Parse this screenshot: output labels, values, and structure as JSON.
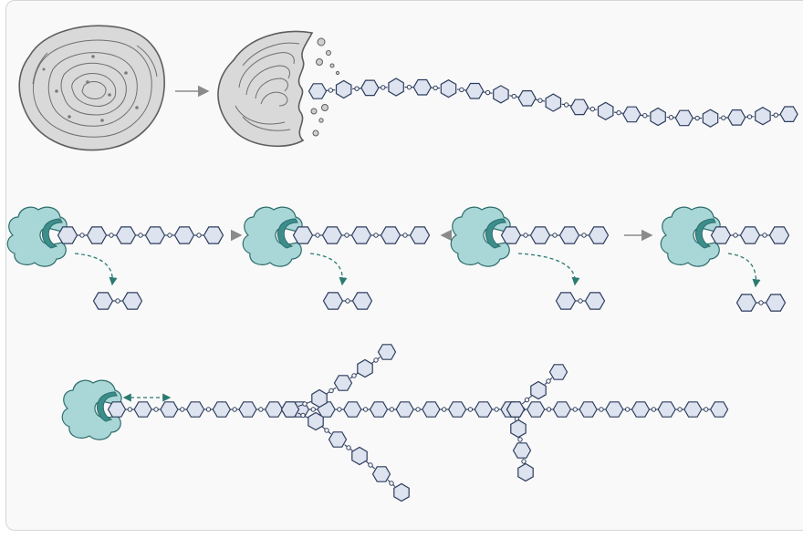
{
  "figure": {
    "type": "diagram",
    "rows": [
      {
        "id": "starch-granule-release",
        "elements": [
          "granule",
          "arrow",
          "degraded-granule",
          "chain"
        ]
      },
      {
        "id": "sequential-cleavage",
        "steps": 4,
        "chain_units_per_step": [
          5,
          4,
          3,
          2
        ],
        "released_fragment_units": 2
      },
      {
        "id": "branched-substrate",
        "branches": 2
      }
    ],
    "colors": {
      "background": "#f9f9f9",
      "granule_fill": "#d9d9d9",
      "granule_line": "#5e5e5e",
      "hexagon_fill": "#dde3ef",
      "hexagon_stroke": "#2e3d5e",
      "enzyme_fill": "#a9d7d8",
      "enzyme_pocket": "#3b8e8b",
      "enzyme_stroke": "#2e6d6a",
      "arrow_gray": "#8a8a8a",
      "dashed_arrow": "#2b7a70"
    },
    "icons": [
      "starch-granule-icon",
      "enzyme-icon",
      "glucose-hexagon-icon",
      "arrow-right-icon",
      "dashed-curved-arrow-icon",
      "double-headed-dashed-arrow-icon"
    ]
  }
}
